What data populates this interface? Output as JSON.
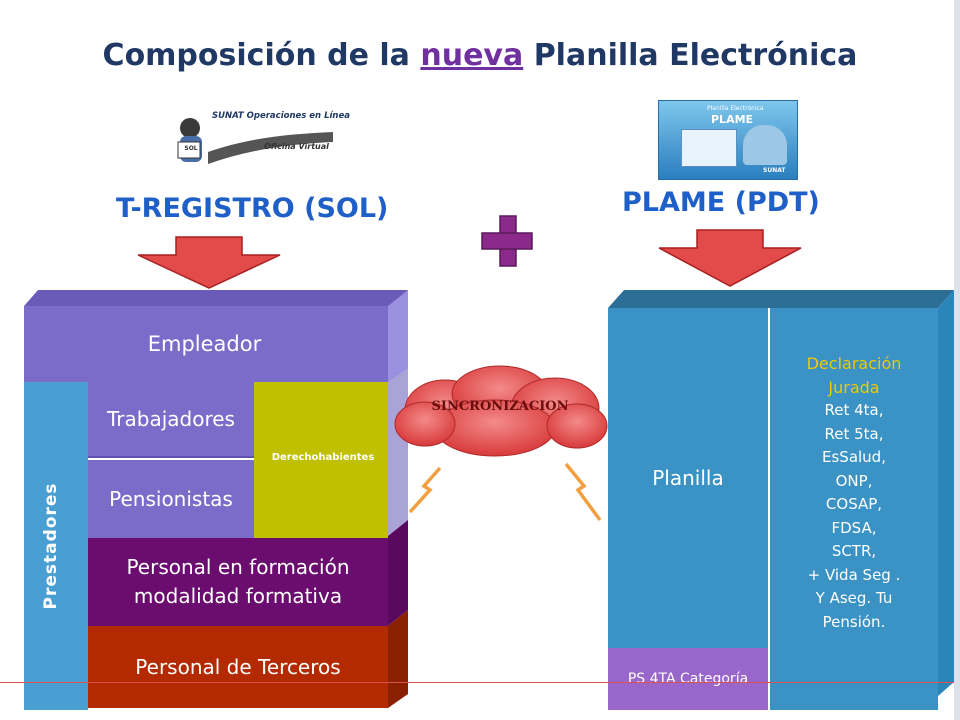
{
  "title": {
    "prefix": "Composición de la ",
    "highlight": "nueva",
    "suffix": " Planilla Electrónica"
  },
  "logos": {
    "sol": {
      "line1": "SUNAT Operaciones en Línea",
      "line2": "Oficina Virtual",
      "badge": "SOL"
    },
    "plame": {
      "line1": "Planilla Electrónica",
      "line2": "PLAME",
      "brand": "SUNAT"
    }
  },
  "left_heading": "T-REGISTRO (SOL)",
  "right_heading": "PLAME (PDT)",
  "left_block": {
    "empleador": "Empleador",
    "prestadores": "Prestadores",
    "trabajadores": "Trabajadores",
    "pensionistas": "Pensionistas",
    "derechohabientes": "Derechohabientes",
    "formacion_line1": "Personal en formación",
    "formacion_line2": "modalidad formativa",
    "terceros": "Personal de Terceros"
  },
  "sync_label": "SINCRONIZACION",
  "right_block": {
    "planilla": "Planilla",
    "declaracion_title1": "Declaración",
    "declaracion_title2": "Jurada",
    "items": [
      "Ret 4ta,",
      "Ret 5ta,",
      "EsSalud,",
      "ONP,",
      "COSAP,",
      "FDSA,",
      "SCTR,",
      "+ Vida Seg .",
      "Y Aseg. Tu",
      "Pensión."
    ],
    "ps4ta": "PS 4TA Categoría"
  },
  "colors": {
    "title": "#1f3864",
    "highlight": "#7030a0",
    "heading": "#1f5fc8",
    "empleador": "#7b6cc9",
    "prestadores": "#4a9fd2",
    "derechohabientes": "#c0c000",
    "formacion": "#6a0d6e",
    "terceros": "#b32a00",
    "planilla": "#3a93c4",
    "declaracion": "#3a93c4",
    "declaracion_title": "#f0c800",
    "ps4ta": "#9966cc",
    "arrow": "#e34a4a",
    "plus": "#8b2a8b",
    "cloud": "#e04848"
  }
}
